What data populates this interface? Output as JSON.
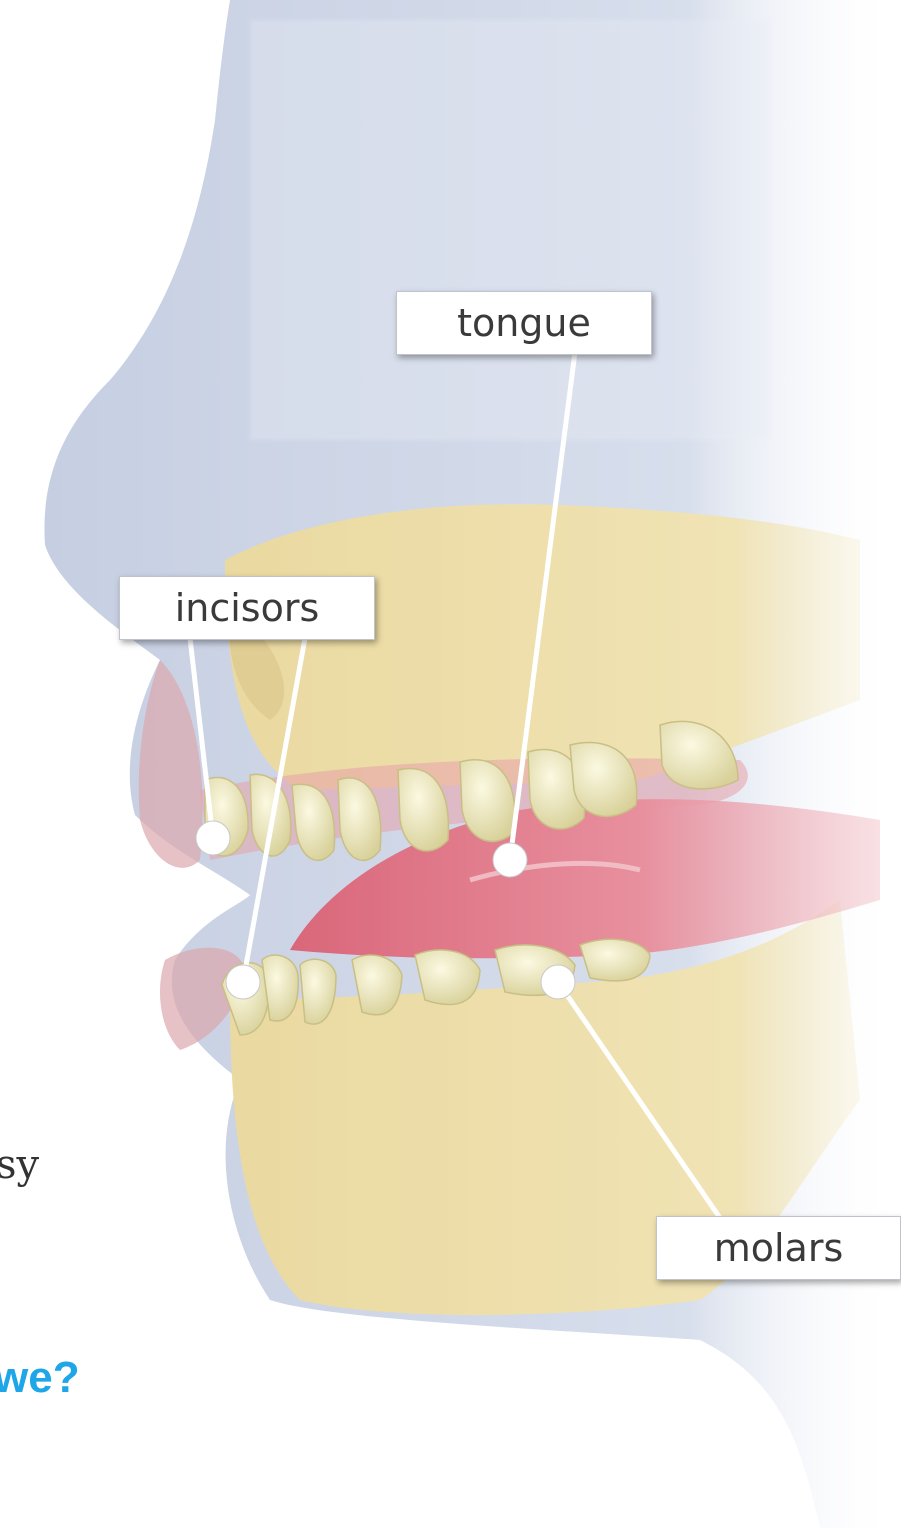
{
  "labels": {
    "tongue": "tongue",
    "incisors": "incisors",
    "molars": "molars"
  },
  "cropped_text": {
    "line1": "sy",
    "line2": "we?"
  },
  "colors": {
    "skin": "#c9d1e4",
    "bone": "#eadba0",
    "gum": "#e39aa6",
    "tooth": "#f2efc9",
    "question_blue": "#1ea6e8"
  }
}
